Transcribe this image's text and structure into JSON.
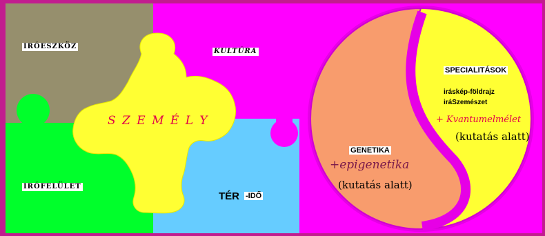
{
  "diagram": {
    "labels": {
      "iroeszkoz": "IRÓESZKÖZ",
      "kultura": "KULTÚRA",
      "szemely": "S Z E M É L Y",
      "irofelulet": "IRÓFELÜLET",
      "ter": "TÉR",
      "ido": "-IDŐ",
      "specialitasok": "SPECIALITÁSOK",
      "spec_line1": "iráskép-földrajz",
      "spec_line2": "iráSzemészet",
      "kvantum": "+ Kvantumelmélet",
      "kutatas_right": "(kutatás alatt)",
      "genetika": "GENETIKA",
      "epigenetika": "+epigenetika",
      "kutatas_left": "(kutatás alatt)"
    },
    "colors": {
      "border": "#c21c8f",
      "magenta": "#ff00ff",
      "olive": "#968f6d",
      "green": "#00ff2b",
      "yellow": "#ffff33",
      "blue": "#66ccff",
      "salmon": "#f89c6d",
      "szemely_text": "#e0004a"
    }
  }
}
